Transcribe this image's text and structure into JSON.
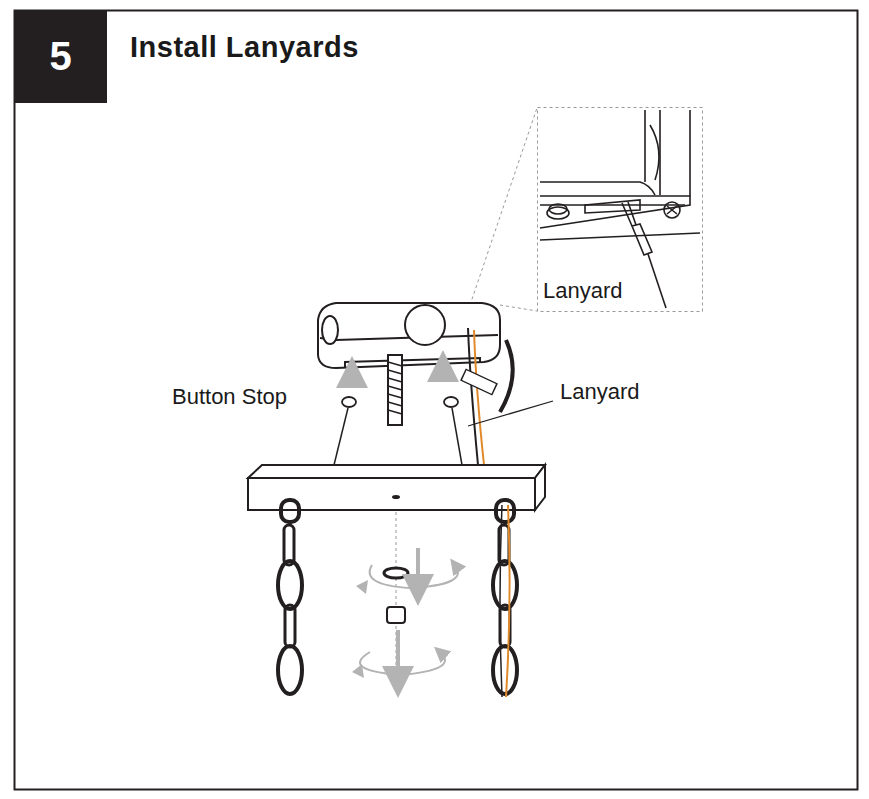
{
  "diagram": {
    "title": "Install Lanyards",
    "nodes": [
      {
        "text": [
          "5"
        ]
      }
    ],
    "labels": [
      "Lanyard",
      "Button Stop",
      "Lanyard"
    ]
  }
}
